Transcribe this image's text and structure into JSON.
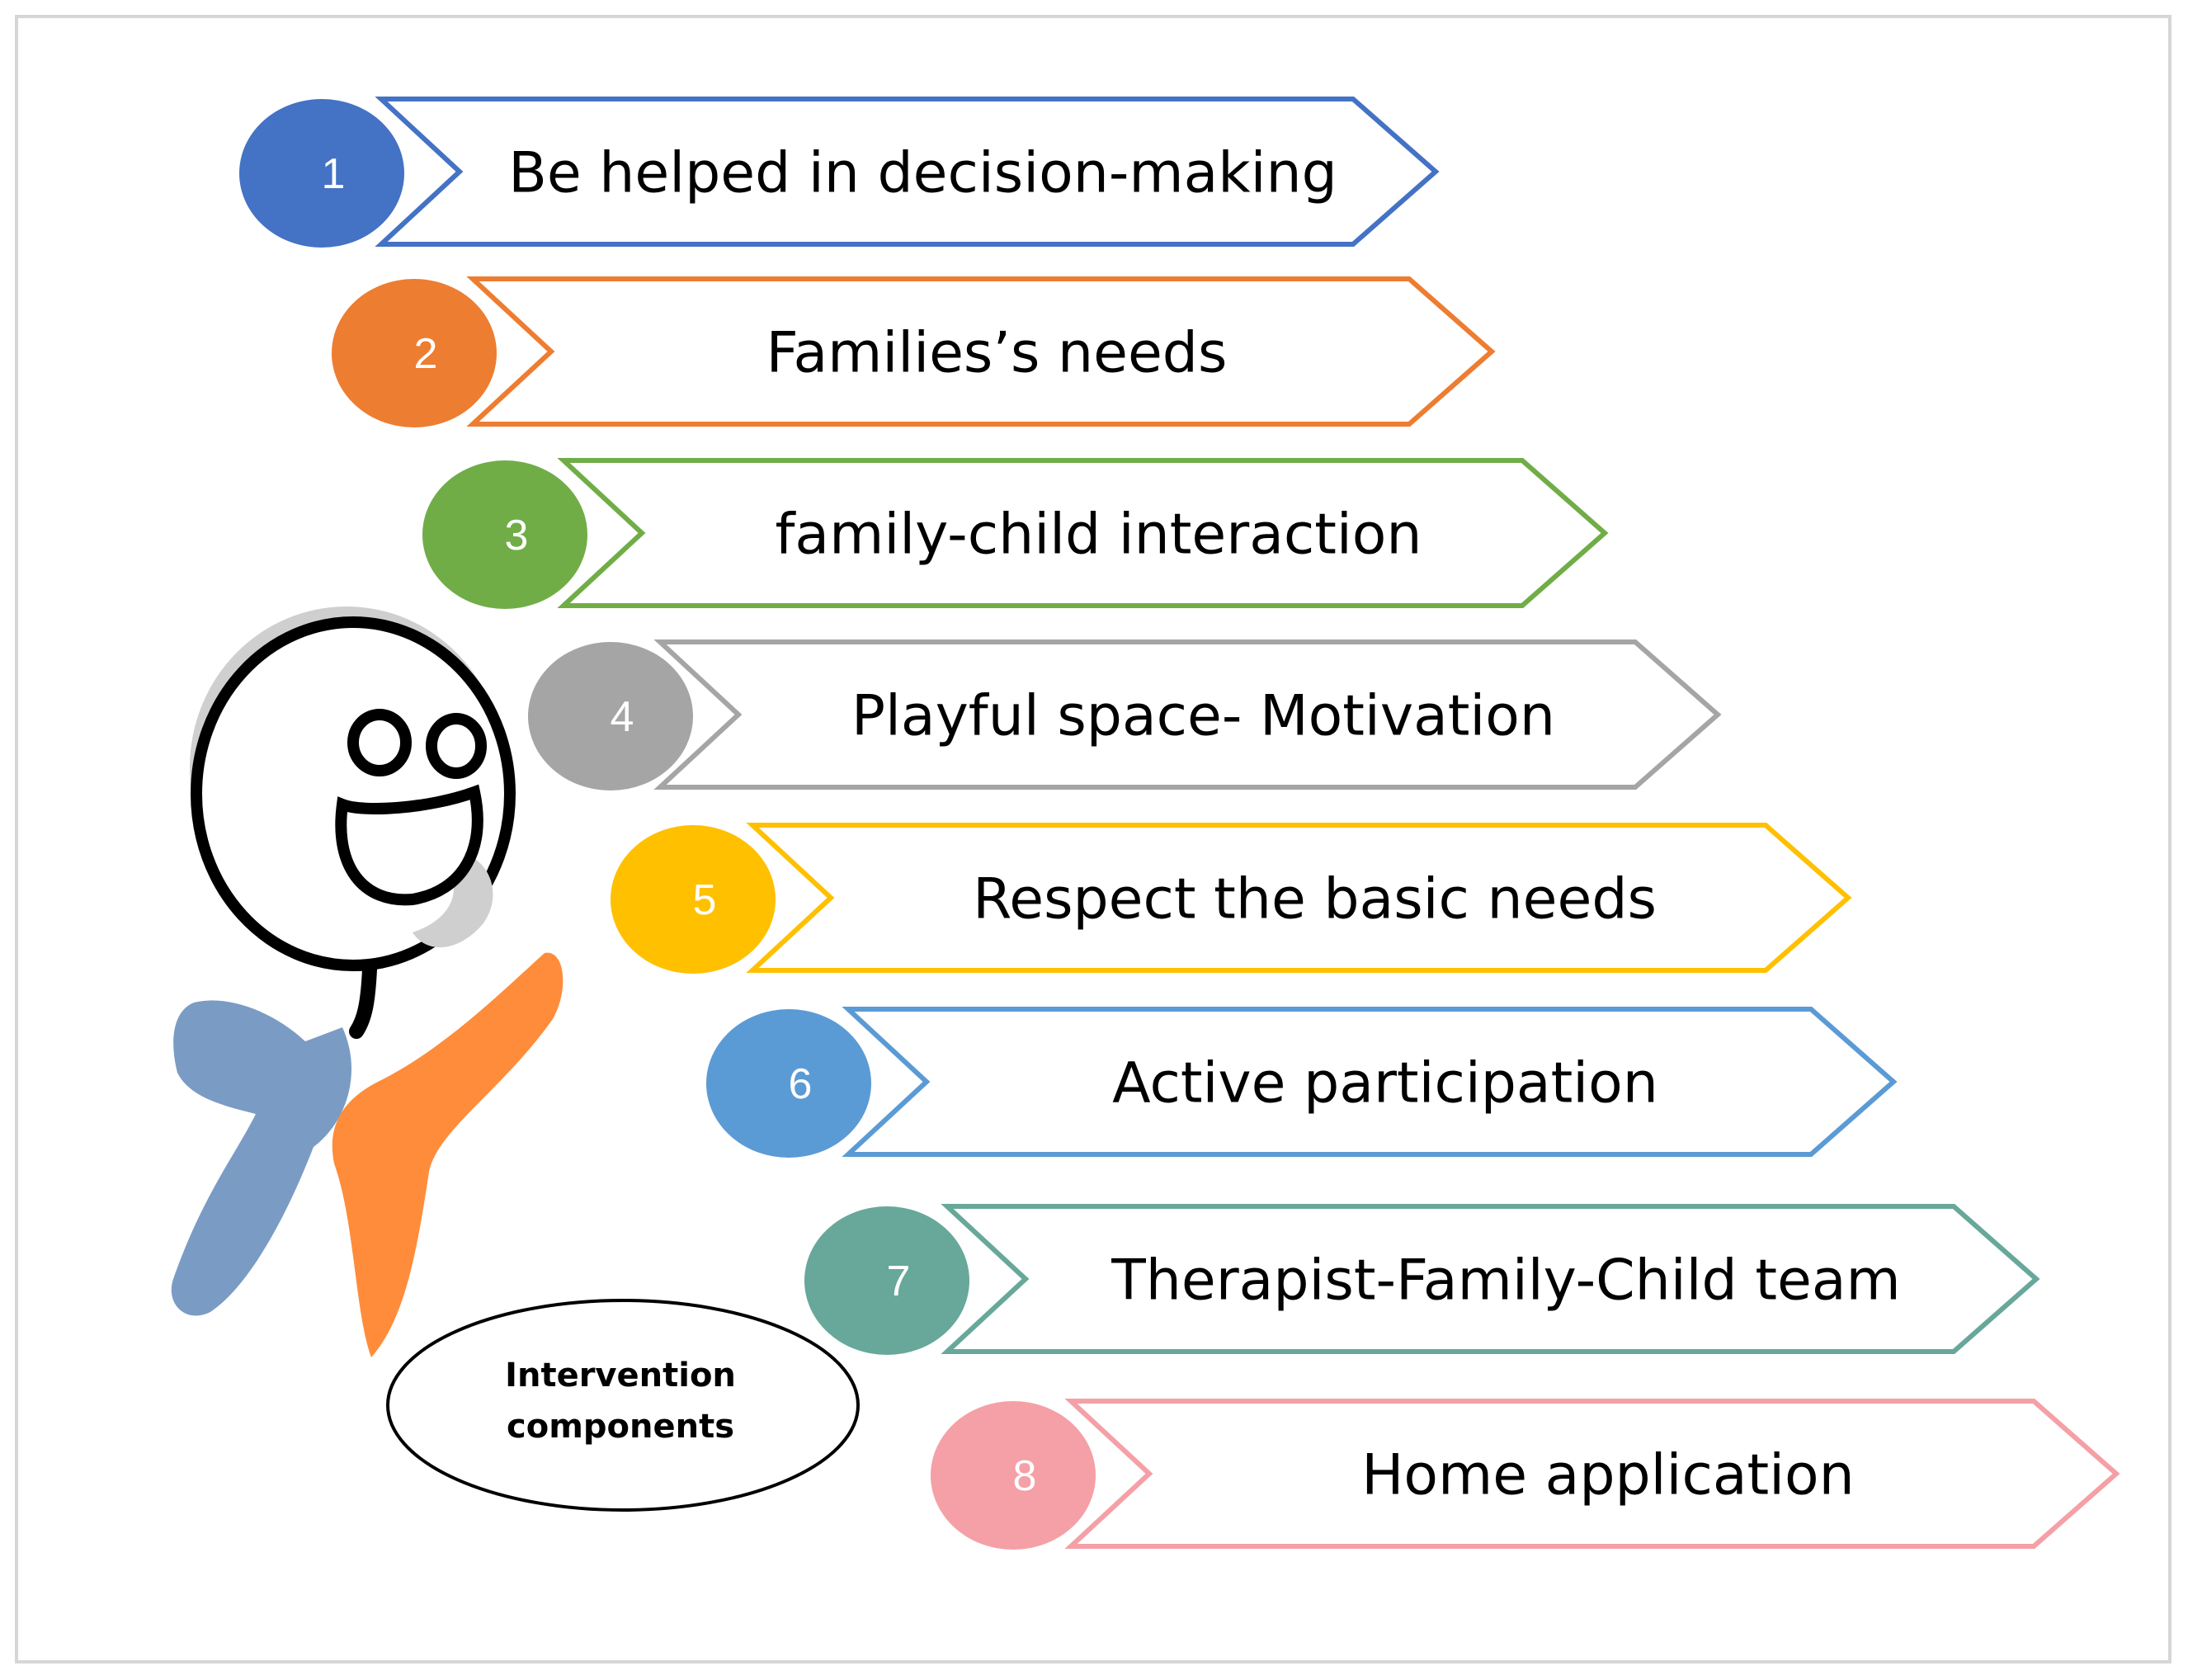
{
  "steps": [
    {
      "number": "1",
      "label": "Be helped in decision-making",
      "color": "#4472C4"
    },
    {
      "number": "2",
      "label": "Families’s needs",
      "color": "#ED7D31"
    },
    {
      "number": "3",
      "label": "family-child interaction",
      "color": "#70AD47"
    },
    {
      "number": "4",
      "label": "Playful space- Motivation",
      "color": "#A5A5A5"
    },
    {
      "number": "5",
      "label": "Respect the basic needs",
      "color": "#FFC000"
    },
    {
      "number": "6",
      "label": "Active participation",
      "color": "#5B9BD5"
    },
    {
      "number": "7",
      "label": "Therapist-Family-Child team",
      "color": "#67A89A"
    },
    {
      "number": "8",
      "label": "Home application",
      "color": "#F4A0A6"
    }
  ],
  "caption": {
    "line1": "Intervention",
    "line2": "components"
  },
  "figure": {
    "colors": {
      "body_blue": "#7A9CC4",
      "body_orange": "#FF8C3A",
      "head_shadow": "#cfcfcf"
    }
  }
}
